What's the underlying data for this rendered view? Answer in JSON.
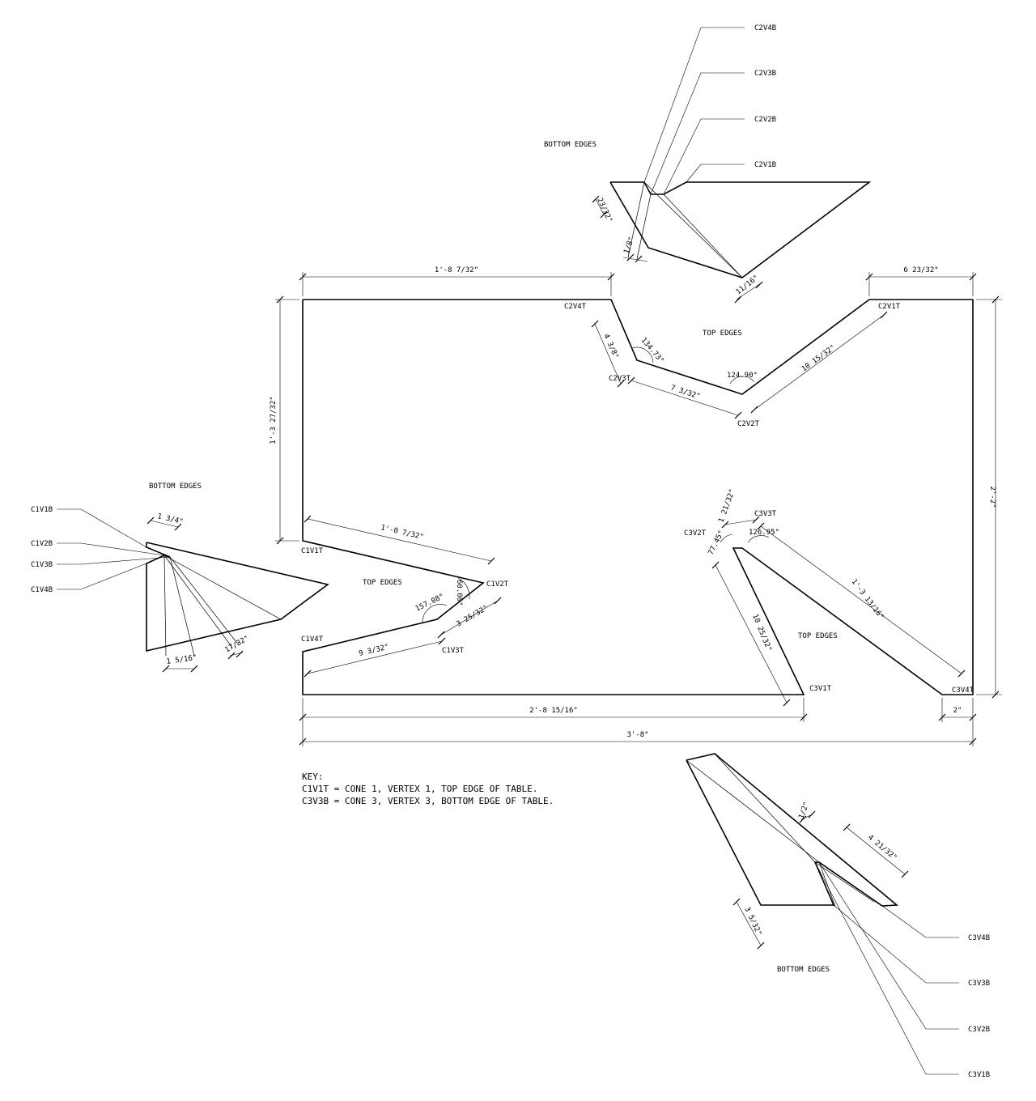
{
  "headings": {
    "bottom_edges_c2": "BOTTOM EDGES",
    "top_edges_c2": "TOP EDGES",
    "bottom_edges_c1": "BOTTOM EDGES",
    "top_edges_c1": "TOP EDGES",
    "top_edges_c3": "TOP EDGES",
    "bottom_edges_c3": "BOTTOM EDGES"
  },
  "callouts": {
    "c2v4b": "C2V4B",
    "c2v3b": "C2V3B",
    "c2v2b": "C2V2B",
    "c2v1b": "C2V1B",
    "c1v1b": "C1V1B",
    "c1v2b": "C1V2B",
    "c1v3b": "C1V3B",
    "c1v4b": "C1V4B",
    "c3v4b": "C3V4B",
    "c3v3b": "C3V3B",
    "c3v2b": "C3V2B",
    "c3v1b": "C3V1B"
  },
  "vertices": {
    "c2v4t": "C2V4T",
    "c2v3t": "C2V3T",
    "c2v2t": "C2V2T",
    "c2v1t": "C2V1T",
    "c1v1t": "C1V1T",
    "c1v2t": "C1V2T",
    "c1v3t": "C1V3T",
    "c1v4t": "C1V4T",
    "c3v2t": "C3V2T",
    "c3v3t": "C3V3T",
    "c3v1t": "C3V1T",
    "c3v4t": "C3V4T"
  },
  "dimensions": {
    "c2_bottom_23_32": "23/32\"",
    "c2_bottom_1_8": "1/8\"",
    "c2_bottom_11_16": "11/16\"",
    "top_width_1_8_7_32": "1'-8 7/32\"",
    "top_right_6_23_32": "6 23/32\"",
    "c2_4_3_8": "4 3/8\"",
    "c2_angle_134": "134.73°",
    "c2_7_3_32": "7 3/32\"",
    "c2_angle_124": "124.90°",
    "c2_10_15_32": "10 15/32\"",
    "left_height_1_3_27_32": "1'-3 27/32\"",
    "right_height_2_2": "2'-2\"",
    "c1_bottom_1_3_4": "1 3/4\"",
    "c1_bottom_1_5_16": "1 5/16\"",
    "c1_bottom_17_32": "17/32\"",
    "c1_1_0_7_32": "1'-0 7/32\"",
    "c1_angle_60": "60.00°",
    "c1_angle_157": "157.08°",
    "c1_3_25_32": "3 25/32\"",
    "c1_9_3_32": "9 3/32\"",
    "c3_1_21_32": "1 21/32\"",
    "c3_angle_126": "126.95°",
    "c3_angle_77": "77.45°",
    "c3_1_3_13_16": "1'-3 13/16\"",
    "c3_10_25_32": "10 25/32\"",
    "bottom_2_8_15_16": "2'-8 15/16\"",
    "bottom_2": "2\"",
    "overall_3_8": "3'-8\"",
    "c3_bottom_1_2": "1/2\"",
    "c3_bottom_4_21_32": "4 21/32\"",
    "c3_bottom_3_5_32": "3 5/32\""
  },
  "key": {
    "title": "KEY:",
    "line1": "C1V1T = CONE 1, VERTEX 1, TOP EDGE OF TABLE.",
    "line2": "C3V3B = CONE 3, VERTEX 3, BOTTOM EDGE OF TABLE."
  }
}
